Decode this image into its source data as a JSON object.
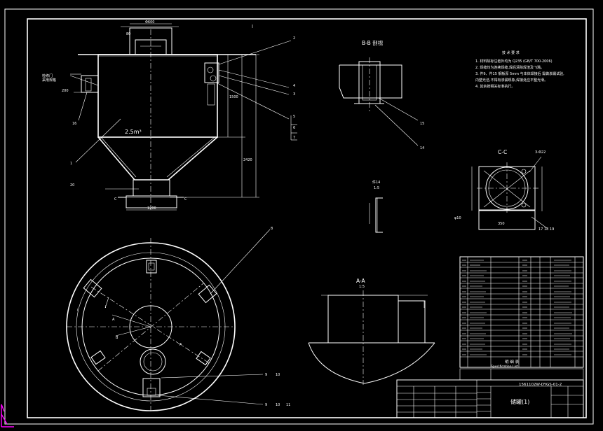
{
  "drawing": {
    "volume_label": "2.5m³",
    "views": {
      "section_b": "B-B 剖视",
      "section_c": "C-C",
      "section_a": "A-A",
      "scale_a": "1:5",
      "part_detail": "件14",
      "part_detail_scale": "1:5"
    },
    "callouts": [
      "1",
      "2",
      "3",
      "4",
      "5",
      "6",
      "7",
      "8",
      "9",
      "10",
      "11",
      "14",
      "15",
      "16",
      "17 18 19",
      "20"
    ],
    "callout_b": {
      "c1": "C",
      "c2": "C",
      "ab1": "A",
      "ab2": "A",
      "b": "B"
    },
    "tech_req_title": "技 术 要 求",
    "tech_req_lines": [
      "1. 材料除标注者外均为 Q235 (GB/T 700-2006)",
      "2. 焊缝均为连续焊缝,焊后清除焊渣及飞溅。",
      "3. 件9、件15 钢板厚 5mm 与本体焊接后 需做渗漏试验,",
      "   内壁光洁,不得有渗漏现象,焊接处应平整光滑。",
      "4. 其余按相关标准执行。"
    ],
    "detail_label": "3-Φ22",
    "dim_label": "φ10",
    "title_block": {
      "spec_title": "明 细 表",
      "spec_title_en": "Specification List",
      "drawing_no": "1561102W-DYGS-01-2",
      "product_name": "储罐(1)"
    }
  },
  "colors": {
    "background": "#000000",
    "lines": "#ffffff",
    "ucs_icon": "#ff00ff",
    "topbar": "#d7dce2"
  }
}
